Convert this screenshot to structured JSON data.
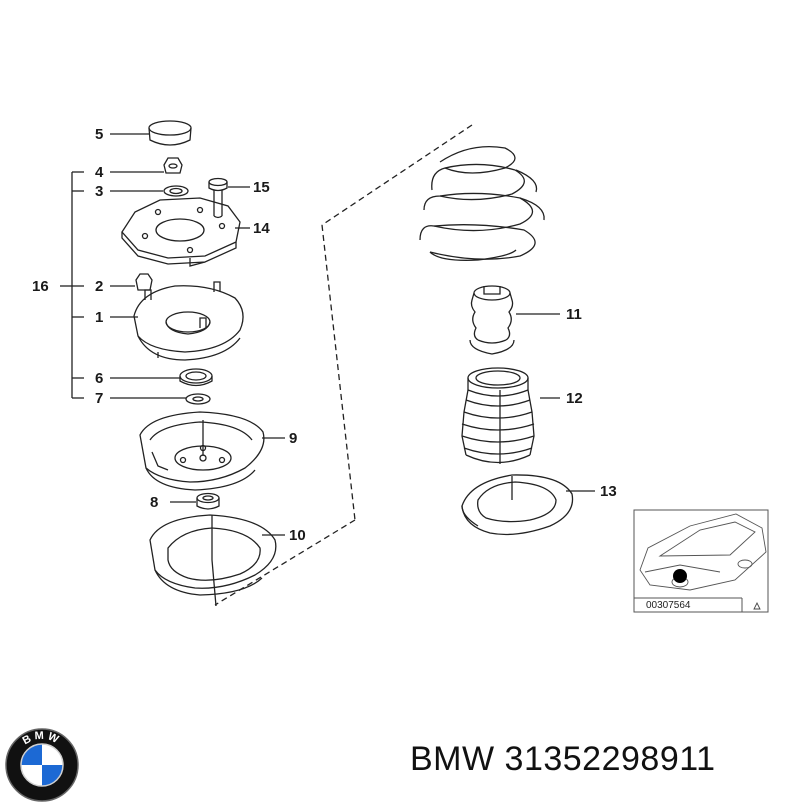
{
  "diagram": {
    "labels": {
      "p1": "1",
      "p2": "2",
      "p3": "3",
      "p4": "4",
      "p5": "5",
      "p6": "6",
      "p7": "7",
      "p8": "8",
      "p9": "9",
      "p10": "10",
      "p11": "11",
      "p12": "12",
      "p13": "13",
      "p14": "14",
      "p15": "15",
      "p16": "16"
    },
    "reference_code": "00307564"
  },
  "footer": {
    "brand": "BMW",
    "part_number": "31352298911",
    "logo_letters": "BMW"
  },
  "colors": {
    "line": "#222222",
    "logo_blue": "#1c69d4",
    "logo_ring": "#111111"
  },
  "icons": [
    "warning-triangle-icon",
    "bmw-roundel-logo",
    "car-thumbnail"
  ]
}
